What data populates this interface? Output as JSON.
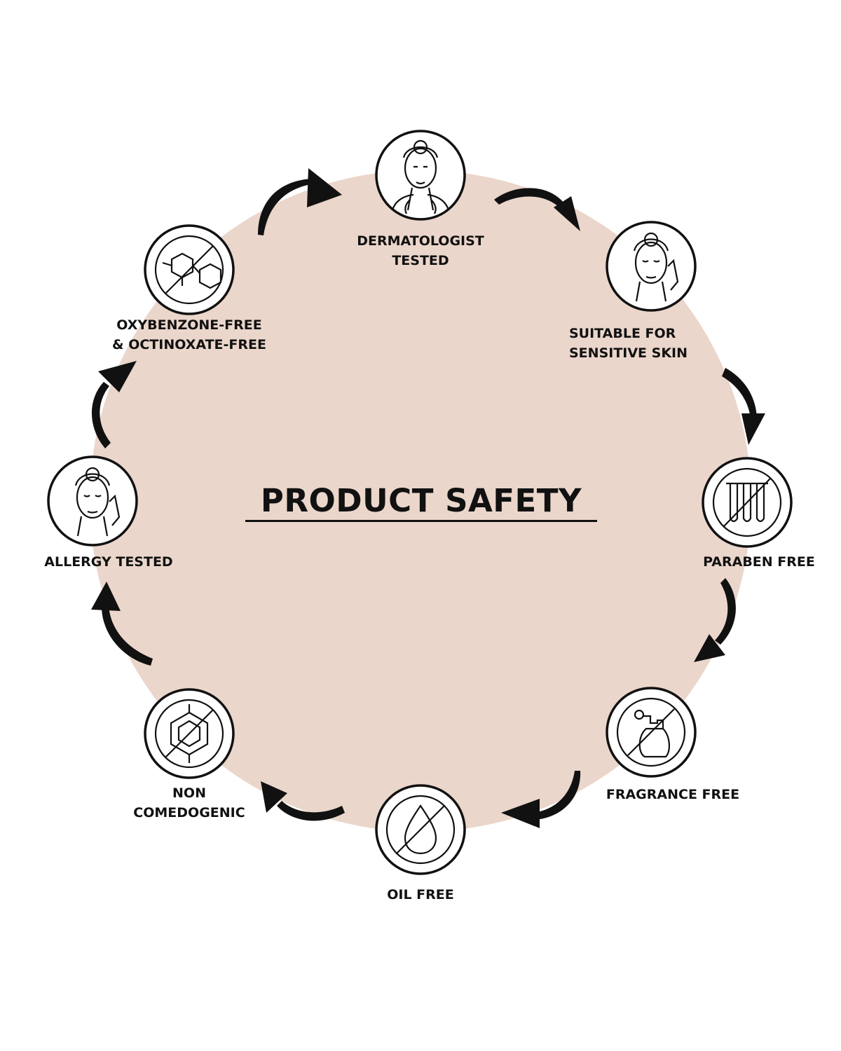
{
  "title": "PRODUCT SAFETY",
  "colors": {
    "background_disc": "#ebd6cb",
    "ink": "#111111",
    "page": "#ffffff"
  },
  "steps": [
    {
      "icon": "dermatologist-icon",
      "lines": [
        "DERMATOLOGIST",
        "TESTED"
      ]
    },
    {
      "icon": "sensitive-skin-face-icon",
      "lines": [
        "SUITABLE FOR",
        "SENSITIVE SKIN"
      ]
    },
    {
      "icon": "no-test-tubes-icon",
      "lines": [
        "PARABEN FREE"
      ]
    },
    {
      "icon": "no-perfume-bottle-icon",
      "lines": [
        "FRAGRANCE FREE"
      ]
    },
    {
      "icon": "no-oil-drop-icon",
      "lines": [
        "OIL FREE"
      ]
    },
    {
      "icon": "no-molecule-icon",
      "lines": [
        "NON",
        "COMEDOGENIC"
      ]
    },
    {
      "icon": "allergy-face-icon",
      "lines": [
        "ALLERGY TESTED"
      ]
    },
    {
      "icon": "no-chemical-structure-icon",
      "lines": [
        "OXYBENZONE-FREE",
        "& OCTINOXATE-FREE"
      ]
    }
  ]
}
